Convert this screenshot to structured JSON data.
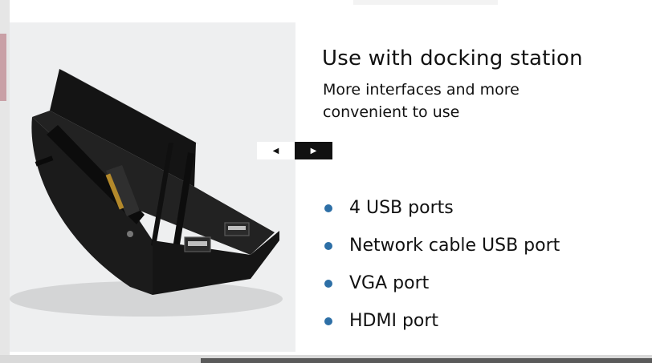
{
  "slide": {
    "title": "Use with docking station",
    "subtitle": "More interfaces and more convenient to use",
    "features": [
      {
        "label": "4 USB ports"
      },
      {
        "label": "Network cable USB port"
      },
      {
        "label": "VGA port"
      },
      {
        "label": "HDMI port"
      }
    ]
  },
  "slider": {
    "prev_icon": "triangle-left-icon",
    "next_icon": "triangle-right-icon",
    "prev_glyph": "◀",
    "next_glyph": "▶"
  },
  "colors": {
    "bullet": "#2d6fa6",
    "text": "#111111",
    "panel_bg": "#eeeff0"
  }
}
